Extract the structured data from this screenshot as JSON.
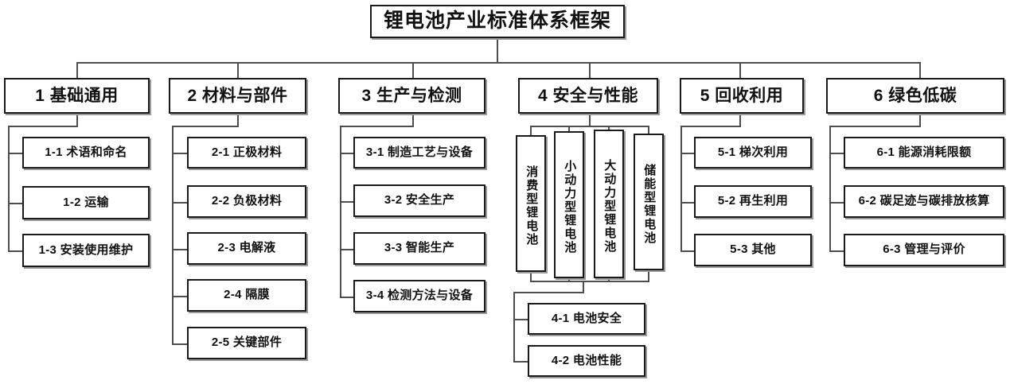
{
  "diagram": {
    "title": "锂电池产业标准体系框架",
    "type": "tree-hierarchy",
    "root_label": "锂电池产业标准体系框架",
    "columns": [
      {
        "id": "1",
        "label": "1 基础通用",
        "children": [
          {
            "label": "1-1 术语和命名"
          },
          {
            "label": "1-2 运输"
          },
          {
            "label": "1-3 安装使用维护"
          }
        ]
      },
      {
        "id": "2",
        "label": "2 材料与部件",
        "children": [
          {
            "label": "2-1 正极材料"
          },
          {
            "label": "2-2 负极材料"
          },
          {
            "label": "2-3 电解液"
          },
          {
            "label": "2-4 隔膜"
          },
          {
            "label": "2-5 关键部件"
          }
        ]
      },
      {
        "id": "3",
        "label": "3 生产与检测",
        "children": [
          {
            "label": "3-1 制造工艺与设备"
          },
          {
            "label": "3-2 安全生产"
          },
          {
            "label": "3-3 智能生产"
          },
          {
            "label": "3-4 检测方法与设备"
          }
        ]
      },
      {
        "id": "4",
        "label": "4 安全与性能",
        "vertical_children": [
          {
            "label": "消费型锂电池"
          },
          {
            "label": "小动力型锂电池"
          },
          {
            "label": "大动力型锂电池"
          },
          {
            "label": "储能型锂电池"
          }
        ],
        "children": [
          {
            "label": "4-1 电池安全"
          },
          {
            "label": "4-2 电池性能"
          }
        ]
      },
      {
        "id": "5",
        "label": "5 回收利用",
        "children": [
          {
            "label": "5-1 梯次利用"
          },
          {
            "label": "5-2 再生利用"
          },
          {
            "label": "5-3 其他"
          }
        ]
      },
      {
        "id": "6",
        "label": "6 绿色低碳",
        "children": [
          {
            "label": "6-1 能源消耗限额"
          },
          {
            "label": "6-2 碳足迹与碳排放核算"
          },
          {
            "label": "6-3 管理与评价"
          }
        ]
      }
    ],
    "colors": {
      "box_border": "#1a1a1a",
      "connector": "#4d4d4d",
      "background": "#ffffff",
      "text": "#111111"
    }
  }
}
